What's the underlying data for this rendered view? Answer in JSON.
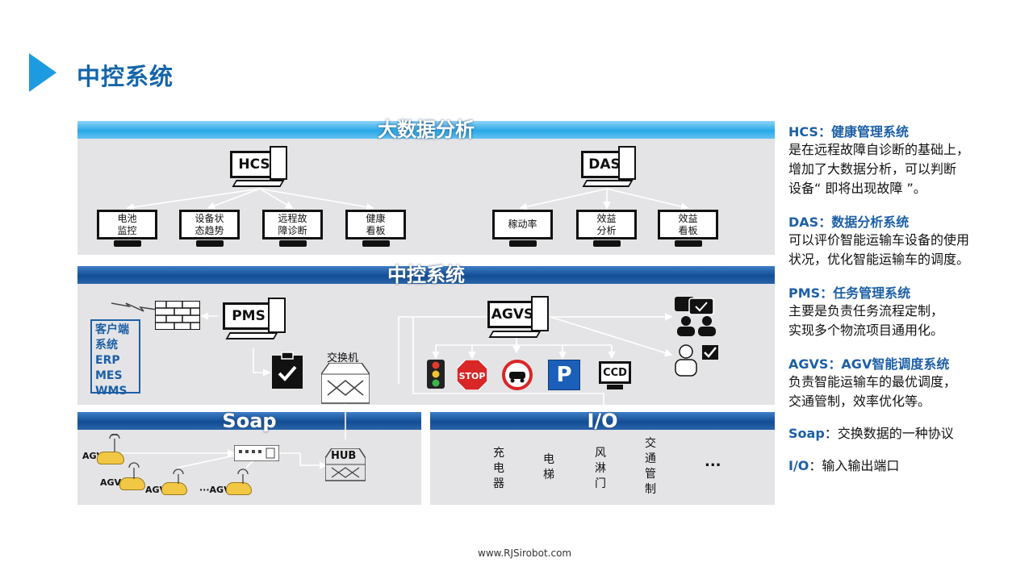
{
  "header": {
    "title": "中控系统"
  },
  "sections": {
    "bigdata": "大数据分析",
    "central": "中控系统",
    "soap": "Soap",
    "io": "I/O"
  },
  "bigdata": {
    "hcs": {
      "label": "HCS",
      "children": [
        "电池\n监控",
        "设备状\n态趋势",
        "远程故\n障诊断",
        "健康\n看板"
      ]
    },
    "das": {
      "label": "DAS",
      "children": [
        "稼动率",
        "效益\n分析",
        "效益\n看板"
      ]
    }
  },
  "central": {
    "pms": "PMS",
    "agvs": "AGVS",
    "switch": "交换机",
    "client": [
      "客户端",
      "系统",
      "ERP",
      "MES",
      "WMS"
    ],
    "stop_sign": "STOP",
    "parking_sign": "P",
    "ccd": "CCD"
  },
  "soap": {
    "agvs": [
      "AGV 1",
      "AGV 2",
      "AGV 3",
      "···AGV n"
    ],
    "hub": "HUB"
  },
  "io": {
    "ports": [
      "充电器",
      "电梯",
      "风淋门",
      "交通管制",
      "..."
    ]
  },
  "descriptions": [
    {
      "head": "HCS：健康管理系统",
      "lines": [
        "是在远程故障自诊断的基础上，",
        "增加了大数据分析，可以判断",
        "设备“ 即将出现故障 ”。"
      ]
    },
    {
      "head": "DAS：数据分析系统",
      "lines": [
        "可以评价智能运输车设备的使用",
        "状况，优化智能运输车的调度。"
      ]
    },
    {
      "head": "PMS：任务管理系统",
      "lines": [
        "主要是负责任务流程定制，",
        "实现多个物流项目通用化。"
      ]
    },
    {
      "head": "AGVS：AGV智能调度系统",
      "lines": [
        "负责智能运输车的最优调度，",
        "交通管制，效率优化等。"
      ]
    },
    {
      "head": "Soap",
      "rest": "：交换数据的一种协议"
    },
    {
      "head": "I/O",
      "rest": "：输入输出端口"
    }
  ],
  "footer": {
    "url": "www.RJSirobot.com"
  },
  "colors": {
    "accent": "#1e9be0",
    "title": "#1565a9",
    "dark_bar": "#124e96",
    "light_bar": "#29a8e6",
    "panel": "#e4e4e6"
  }
}
